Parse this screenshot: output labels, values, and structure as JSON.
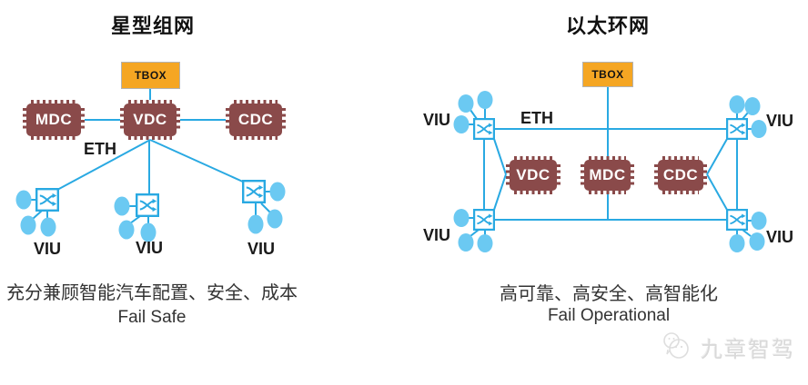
{
  "colors": {
    "line_blue": "#29A9E2",
    "node_blue": "#6BC9F2",
    "chip_maroon": "#8A4A4A",
    "tbox_orange": "#F5A623",
    "caption_gray": "#333333",
    "watermark_gray": "#D9D9D9"
  },
  "left_diagram": {
    "title": "星型组网",
    "tbox_label": "TBOX",
    "eth_label": "ETH",
    "chips": [
      {
        "label": "MDC"
      },
      {
        "label": "VDC"
      },
      {
        "label": "CDC"
      }
    ],
    "viu_labels": [
      "VIU",
      "VIU",
      "VIU"
    ],
    "caption_line1": "充分兼顾智能汽车配置、安全、成本",
    "caption_line2": "Fail Safe"
  },
  "right_diagram": {
    "title": "以太环网",
    "tbox_label": "TBOX",
    "eth_label": "ETH",
    "chips": [
      {
        "label": "VDC"
      },
      {
        "label": "MDC"
      },
      {
        "label": "CDC"
      }
    ],
    "viu_labels": [
      "VIU",
      "VIU",
      "VIU",
      "VIU"
    ],
    "caption_line1": "高可靠、高安全、高智能化",
    "caption_line2": "Fail Operational"
  },
  "watermark": {
    "brand_name": "九章智驾"
  }
}
